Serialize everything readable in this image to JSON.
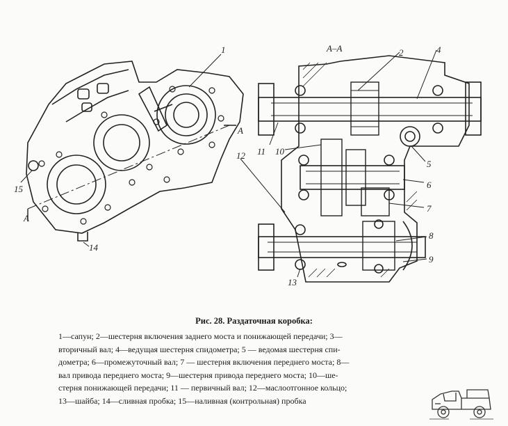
{
  "figure": {
    "section_label": "А–А",
    "callouts": {
      "left_view": [
        {
          "id": "1",
          "label": "1"
        },
        {
          "id": "12",
          "label": "12"
        },
        {
          "id": "14",
          "label": "14"
        },
        {
          "id": "15",
          "label": "15"
        },
        {
          "id": "A_upper",
          "label": "А"
        },
        {
          "id": "A_lower",
          "label": "А"
        }
      ],
      "right_view": [
        {
          "id": "2",
          "label": "2"
        },
        {
          "id": "4",
          "label": "4"
        },
        {
          "id": "5",
          "label": "5"
        },
        {
          "id": "6",
          "label": "6"
        },
        {
          "id": "7",
          "label": "7"
        },
        {
          "id": "8",
          "label": "8"
        },
        {
          "id": "9",
          "label": "9"
        },
        {
          "id": "10",
          "label": "10"
        },
        {
          "id": "11",
          "label": "11"
        },
        {
          "id": "13",
          "label": "13"
        }
      ]
    }
  },
  "caption": "Рис. 28. Раздаточная коробка:",
  "legend_lines": [
    "1—сапун; 2—шестерня включения заднего моста и понижающей передачи; 3—",
    "вторичный вал; 4—ведущая шестерня спидометра; 5 — ведомая шестерня спи-",
    "дометра; 6—промежуточный вал; 7 — шестерня включения переднего моста; 8—",
    "вал привода переднего моста; 9—шестерня привода переднего моста; 10—ше-",
    "стерня понижающей передачи; 11 — первичный вал; 12—маслоотгонное кольцо;",
    "13—шайба; 14—сливная пробка; 15—наливная (контрольная) пробка"
  ]
}
